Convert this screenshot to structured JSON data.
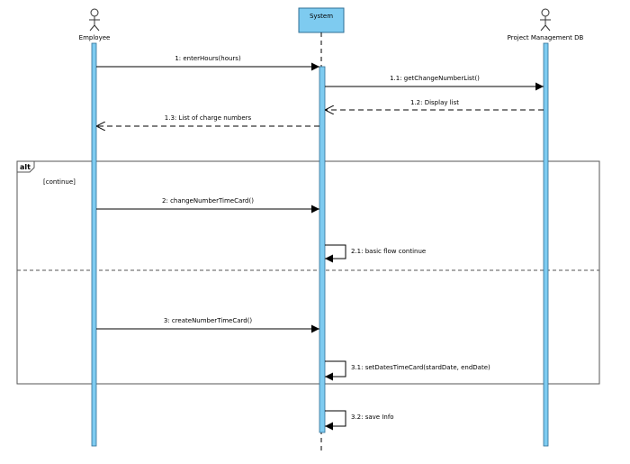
{
  "participants": [
    {
      "id": "employee",
      "name": "Employee",
      "kind": "actor"
    },
    {
      "id": "system",
      "name": "System",
      "kind": "object"
    },
    {
      "id": "pmdb",
      "name": "Project Management DB",
      "kind": "actor"
    }
  ],
  "messages": [
    {
      "id": "m1",
      "label": "1: enterHours(hours)",
      "from": "employee",
      "to": "system",
      "style": "sync"
    },
    {
      "id": "m11",
      "label": "1.1: getChangeNumberList()",
      "from": "system",
      "to": "pmdb",
      "style": "sync"
    },
    {
      "id": "m12",
      "label": "1.2: Display list",
      "from": "pmdb",
      "to": "system",
      "style": "return"
    },
    {
      "id": "m13",
      "label": "1.3: List of charge numbers",
      "from": "system",
      "to": "employee",
      "style": "return"
    },
    {
      "id": "m2",
      "label": "2: changeNumberTimeCard()",
      "from": "employee",
      "to": "system",
      "style": "sync"
    },
    {
      "id": "m21",
      "label": "2.1: basic flow continue",
      "from": "system",
      "to": "system",
      "style": "self"
    },
    {
      "id": "m3",
      "label": "3: createNumberTimeCard()",
      "from": "employee",
      "to": "system",
      "style": "sync"
    },
    {
      "id": "m31",
      "label": "3.1: setDatesTimeCard(stardDate, endDate)",
      "from": "system",
      "to": "system",
      "style": "self"
    },
    {
      "id": "m32",
      "label": "3.2: save Info",
      "from": "system",
      "to": "system",
      "style": "self"
    }
  ],
  "fragment": {
    "operator": "alt",
    "guard": "[continue]"
  },
  "colors": {
    "activation_fill": "#7ecbf0",
    "activation_stroke": "#2f6f96",
    "object_fill": "#7ecbf0",
    "line": "#000000",
    "fragment_border": "#555555"
  }
}
